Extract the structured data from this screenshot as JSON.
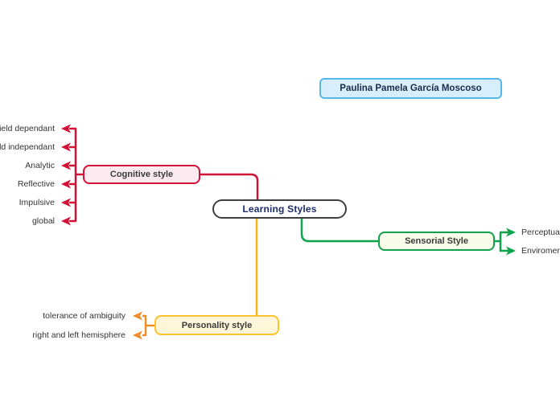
{
  "palette": {
    "red": "#cf1236",
    "green": "#10a24c",
    "yellow": "#fcb514",
    "orange": "#ef8d26",
    "blue_border": "#57b7e9",
    "navy": "#1c2d6b",
    "dark_text": "#3b3b3b"
  },
  "root": {
    "label": "Learning Styles"
  },
  "author": {
    "label": "Paulina Pamela García Moscoso"
  },
  "branches": {
    "cognitive": {
      "label": "Cognitive style",
      "children": [
        "Field dependant",
        "Field independant",
        "Analytic",
        "Reflective",
        "Impulsive",
        "global"
      ]
    },
    "sensorial": {
      "label": "Sensorial Style",
      "children": [
        "Perceptual",
        "Enviromental"
      ]
    },
    "personality": {
      "label": "Personality style",
      "children": [
        "tolerance of ambiguity",
        "right and left hemisphere"
      ]
    }
  }
}
